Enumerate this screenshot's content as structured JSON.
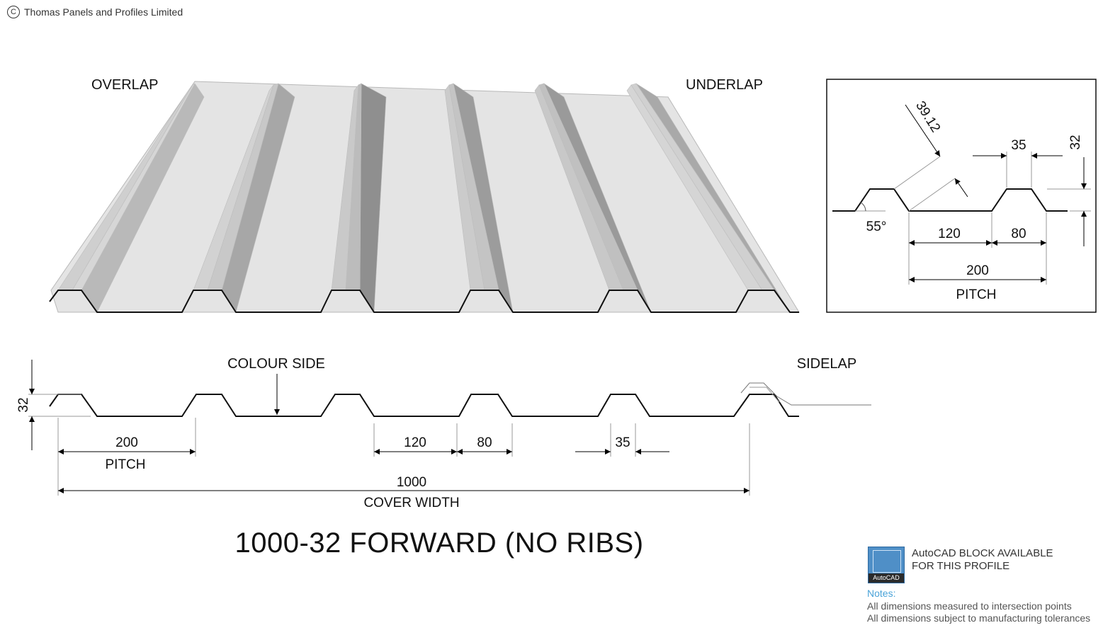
{
  "copyright": {
    "symbol": "C",
    "text": "Thomas Panels and Profiles Limited"
  },
  "perspective": {
    "overlap_label": "OVERLAP",
    "underlap_label": "UNDERLAP"
  },
  "detail": {
    "slant_length": "39.12",
    "crown_width": "35",
    "height": "32",
    "angle": "55°",
    "trough": "120",
    "crown_base": "80",
    "pitch_value": "200",
    "pitch_label": "PITCH"
  },
  "section": {
    "height": "32",
    "colour_side_label": "COLOUR SIDE",
    "sidelap_label": "SIDELAP",
    "pitch_value": "200",
    "pitch_label": "PITCH",
    "trough": "120",
    "crown_base": "80",
    "crown_top": "35",
    "cover_width_value": "1000",
    "cover_width_label": "COVER WIDTH"
  },
  "title": "1000-32 FORWARD (NO RIBS)",
  "autocad": {
    "logo_text": "AutoCAD",
    "line1": "AutoCAD BLOCK AVAILABLE",
    "line2": "FOR THIS PROFILE"
  },
  "notes": {
    "heading": "Notes:",
    "lines": [
      "All dimensions measured to intersection points",
      "All dimensions subject to manufacturing tolerances"
    ]
  }
}
